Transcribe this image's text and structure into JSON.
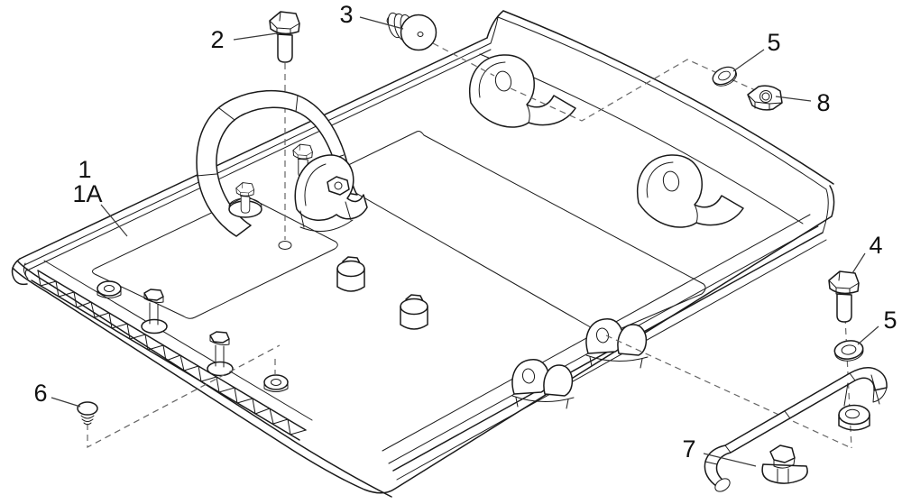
{
  "figure": {
    "type": "exploded-parts-diagram",
    "subject": "Base plate assembly exploded view with fasteners and lifting handle",
    "background": "#ffffff"
  },
  "colors": {
    "background": "#ffffff",
    "line": "#1a1a1a",
    "dash": "#666666",
    "leader": "#3a3a3a",
    "label": "#111111"
  },
  "callouts": [
    {
      "label": "1",
      "part": "base-plate-assembly"
    },
    {
      "label": "1A",
      "part": "base-plate"
    },
    {
      "label": "2",
      "part": "hex-bolt-top"
    },
    {
      "label": "3",
      "part": "rubber-plug"
    },
    {
      "label": "4",
      "part": "hex-bolt-right"
    },
    {
      "label": "5",
      "part": "washer-upper"
    },
    {
      "label": "5",
      "part": "washer-lower"
    },
    {
      "label": "6",
      "part": "small-plug"
    },
    {
      "label": "7",
      "part": "lifting-handle"
    },
    {
      "label": "8",
      "part": "hex-nut"
    }
  ]
}
